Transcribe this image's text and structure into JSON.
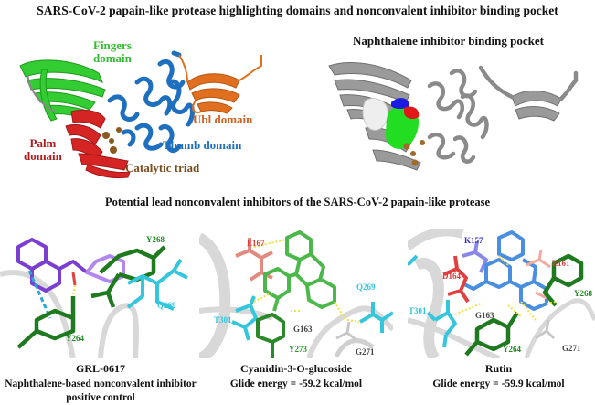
{
  "figure": {
    "top_title": "SARS-CoV-2 papain-like protease highlighting domains and nonconvalent inhibitor binding pocket",
    "middle_title": "Potential lead nonconvalent inhibitors of the SARS-CoV-2 papain-like protease",
    "colors": {
      "fingers": "#33cc33",
      "palm": "#cc1f1f",
      "thumb": "#1f6fbf",
      "ubl": "#e07020",
      "catalytic": "#7a4a1a",
      "protein_gray": "#8c8c8c",
      "ribbon_light": "#d9d9d9",
      "residue_green": "#1f7a1f",
      "residue_cyan": "#33c6dd",
      "residue_red": "#e04040",
      "residue_salmon": "#e08a80",
      "residue_blue": "#2b2bd0",
      "ligand_purple": "#7a3fd0",
      "ligand_green": "#4cb84c",
      "ligand_blue": "#4a8ee0",
      "hbond_yellow": "#f0e040",
      "pi_cyan": "#2aa6d8",
      "label_gray": "#444444"
    }
  },
  "domain_panel": {
    "labels": {
      "fingers_1": "Fingers",
      "fingers_2": "domain",
      "palm_1": "Palm",
      "palm_2": "domain",
      "thumb": "Thumb domain",
      "ubl": "Ubl domain",
      "catalytic": "Catalytic triad"
    }
  },
  "pocket_panel": {
    "title": "Naphthalene inhibitor binding pocket"
  },
  "inhibitors": [
    {
      "name": "GRL-0617",
      "subtitle_1": "Naphthalene-based nonconvalent inhibitor",
      "subtitle_2": "positive control",
      "residues": {
        "y268": "Y268",
        "q269": "Q269",
        "y264": "Y264"
      }
    },
    {
      "name": "Cyanidin-3-O-glucoside",
      "energy": "Glide energy = -59.2 kcal/mol",
      "residues": {
        "e167": "E167",
        "q269": "Q269",
        "t301": "T301",
        "g163": "G163",
        "y273": "Y273",
        "g271": "G271"
      }
    },
    {
      "name": "Rutin",
      "energy": "Glide energy = -59.9 kcal/mol",
      "residues": {
        "k157": "K157",
        "e161": "E161",
        "d164": "D164",
        "y268": "Y268",
        "t301": "T301",
        "g163": "G163",
        "y264": "Y264",
        "g271": "G271"
      }
    }
  ]
}
